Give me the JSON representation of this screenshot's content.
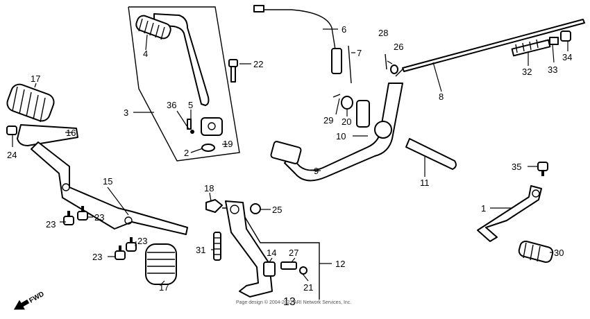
{
  "callouts": {
    "c1": "1",
    "c2": "2",
    "c3": "3",
    "c4": "4",
    "c5": "5",
    "c6": "6",
    "c7": "7",
    "c8": "8",
    "c9": "9",
    "c10": "10",
    "c11": "11",
    "c12": "12",
    "c13": "13",
    "c14": "14",
    "c15": "15",
    "c16": "16",
    "c17a": "17",
    "c17b": "17",
    "c18": "18",
    "c19": "19",
    "c20": "20",
    "c21": "21",
    "c22": "22",
    "c23a": "23",
    "c23b": "23",
    "c23c": "23",
    "c23d": "23",
    "c24": "24",
    "c25": "25",
    "c26": "26",
    "c27": "27",
    "c28": "28",
    "c29": "29",
    "c30": "30",
    "c31": "31",
    "c32": "32",
    "c33": "33",
    "c34": "34",
    "c35": "35",
    "c36": "36"
  },
  "fwd_label": "FWD",
  "copyright": "Page design © 2004-2023 ARI Network Services, Inc."
}
